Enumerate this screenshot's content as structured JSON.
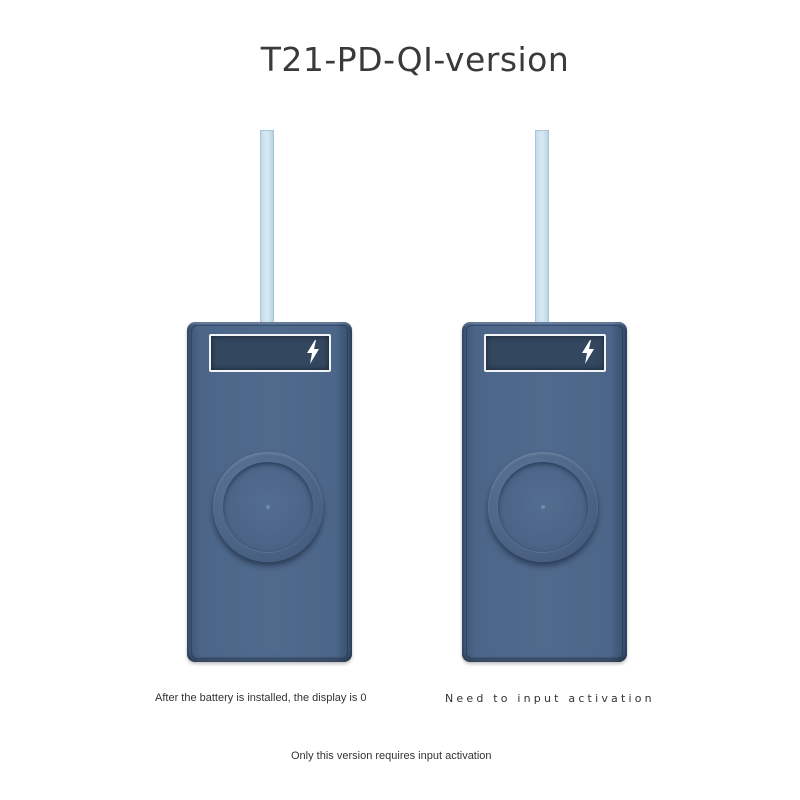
{
  "title": "T21-PD-QI-version",
  "devices": [
    {
      "caption": "After the battery is installed, the display is 0",
      "display_icon": "lightning-bolt-icon",
      "pad_icon": "wireless-charging-pad-icon"
    },
    {
      "caption": "Need to input activation",
      "display_icon": "lightning-bolt-icon",
      "pad_icon": "wireless-charging-pad-icon"
    }
  ],
  "footnote": "Only this version requires input activation",
  "colors": {
    "device_body": "#4c6689",
    "display_bg": "#33475f",
    "strap": "#c4dbe8",
    "text": "#333333"
  }
}
